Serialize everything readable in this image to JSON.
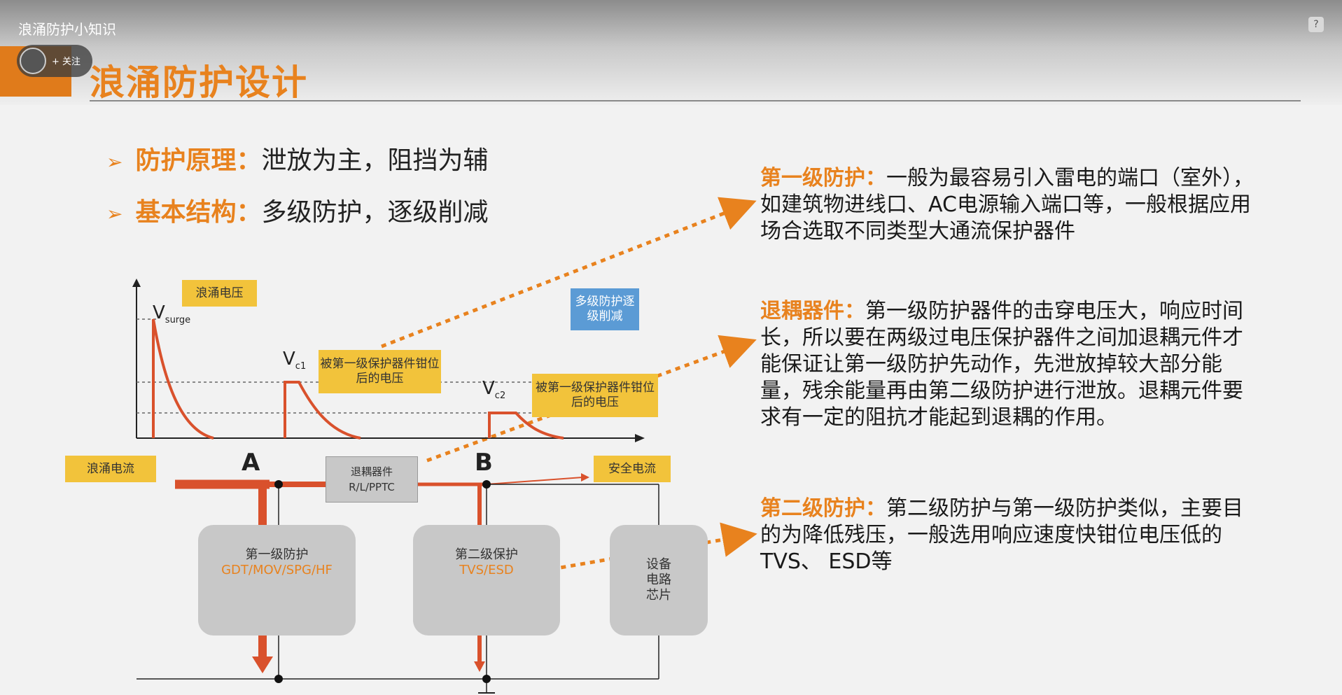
{
  "video": {
    "title": "浪涌防护小知识",
    "follow_label": "+ 关注",
    "help_label": "?"
  },
  "slide": {
    "title": "浪涌防护设计",
    "bullets": [
      {
        "key": "防护原理：",
        "text": "泄放为主，阻挡为辅"
      },
      {
        "key": "基本结构：",
        "text": "多级防护，逐级削减"
      }
    ],
    "panels": [
      {
        "head": "第一级防护：",
        "body": "一般为最容易引入雷电的端口（室外），如建筑物进线口、AC电源输入端口等，一般根据应用场合选取不同类型大通流保护器件"
      },
      {
        "head": "退耦器件：",
        "body": "第一级防护器件的击穿电压大，响应时间长，所以要在两级过电压保护器件之间加退耦元件才能保证让第一级防护先动作，先泄放掉较大部分能量，残余能量再由第二级防护进行泄放。退耦元件要求有一定的阻抗才能起到退耦的作用。"
      },
      {
        "head": "第二级防护：",
        "body": "第二级防护与第一级防护类似，主要目的为降低残压，一般选用响应速度快钳位电压低的TVS、 ESD等"
      }
    ]
  },
  "diagram": {
    "surge_voltage": "浪涌电压",
    "v_surge": "V",
    "v_surge_sub": "surge",
    "vc1": "V",
    "vc1_sub": "c1",
    "vc2": "V",
    "vc2_sub": "c2",
    "clamp1": "被第一级保护器件钳位后的电压",
    "clamp2": "被第一级保护器件钳位后的电压",
    "multi_stage": "多级防护逐级削减",
    "surge_current": "浪涌电流",
    "safe_current": "安全电流",
    "node_a": "A",
    "node_b": "B",
    "decoupler": "退耦器件",
    "decoupler_parts": "R/L/PPTC",
    "stage1_title": "第一级防护",
    "stage1_devices": "GDT/MOV/SPG/HF",
    "stage2_title": "第二级保护",
    "stage2_devices": "TVS/ESD",
    "device_chip": "设备电路芯片"
  },
  "colors": {
    "accent": "#e8821e",
    "tag": "#f2c33b",
    "blue_tag": "#5b9bd5",
    "wire": "#d9512c"
  }
}
